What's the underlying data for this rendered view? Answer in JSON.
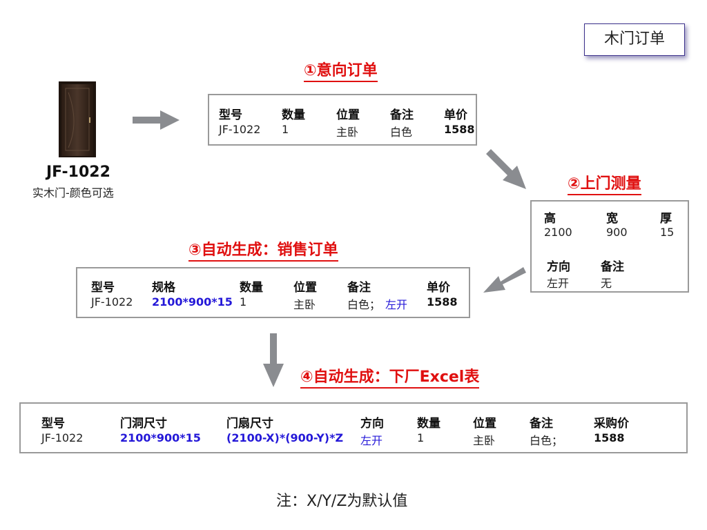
{
  "title_badge": "木门订单",
  "product": {
    "name": "JF-1022",
    "subtitle": "实木门-颜色可选"
  },
  "step1": {
    "title": "①意向订单",
    "headers": [
      "型号",
      "数量",
      "位置",
      "备注",
      "单价"
    ],
    "values": [
      "JF-1022",
      "1",
      "主卧",
      "白色",
      "1588"
    ]
  },
  "step2": {
    "title": "②上门测量",
    "row1_headers": [
      "高",
      "宽",
      "厚"
    ],
    "row1_values": [
      "2100",
      "900",
      "15"
    ],
    "row2_headers": [
      "方向",
      "备注"
    ],
    "row2_values": [
      "左开",
      "无"
    ]
  },
  "step3": {
    "title": "③自动生成：销售订单",
    "headers": [
      "型号",
      "规格",
      "数量",
      "位置",
      "备注",
      "单价"
    ],
    "values": [
      "JF-1022",
      "2100*900*15",
      "1",
      "主卧",
      "白色；",
      "左开",
      "1588"
    ]
  },
  "step4": {
    "title": "④自动生成：下厂Excel表",
    "headers": [
      "型号",
      "门洞尺寸",
      "门扇尺寸",
      "方向",
      "数量",
      "位置",
      "备注",
      "采购价"
    ],
    "values": [
      "JF-1022",
      "2100*900*15",
      "(2100-X)*(900-Y)*Z",
      "左开",
      "1",
      "主卧",
      "白色；",
      "1588"
    ]
  },
  "footnote": "注：X/Y/Z为默认值",
  "colors": {
    "accent_red": "#e01010",
    "accent_blue": "#2418d8",
    "arrow_gray": "#8a8c90",
    "border_gray": "#999999"
  }
}
